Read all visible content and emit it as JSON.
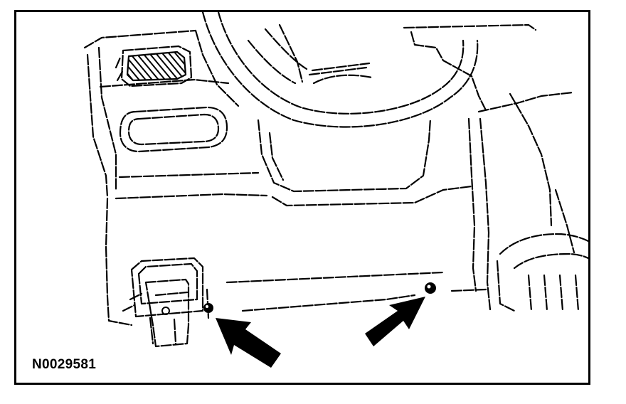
{
  "figure": {
    "id_label": "N0029581",
    "line_color": "#000000",
    "background_color": "#ffffff"
  },
  "parts": [
    {
      "name": "steering-wheel"
    },
    {
      "name": "air-vent"
    },
    {
      "name": "dash-opening"
    },
    {
      "name": "steering-column-shroud"
    },
    {
      "name": "lower-dash-panel"
    },
    {
      "name": "parking-brake-release"
    },
    {
      "name": "fastener-left"
    },
    {
      "name": "fastener-right"
    },
    {
      "name": "arrow-left"
    },
    {
      "name": "arrow-right"
    }
  ]
}
